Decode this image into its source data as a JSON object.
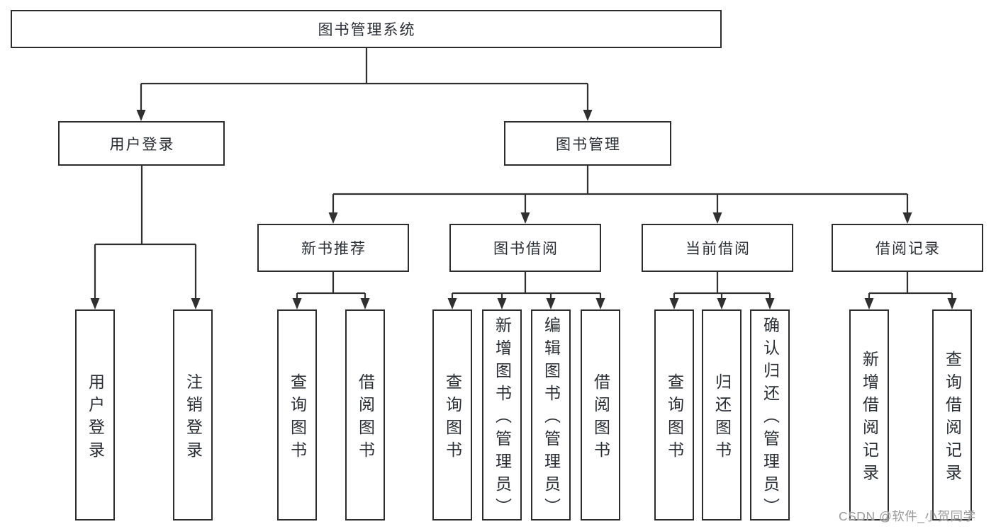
{
  "tree": {
    "label": "图书管理系统",
    "children": [
      {
        "label": "用户登录",
        "children": [
          {
            "label": "用户登录"
          },
          {
            "label": "注销登录"
          }
        ]
      },
      {
        "label": "图书管理",
        "children": [
          {
            "label": "新书推荐",
            "children": [
              {
                "label": "查询图书"
              },
              {
                "label": "借阅图书"
              }
            ]
          },
          {
            "label": "图书借阅",
            "children": [
              {
                "label": "查询图书"
              },
              {
                "label": "新增图书（管理员）"
              },
              {
                "label": "编辑图书（管理员）"
              },
              {
                "label": "借阅图书"
              }
            ]
          },
          {
            "label": "当前借阅",
            "children": [
              {
                "label": "查询图书"
              },
              {
                "label": "归还图书"
              },
              {
                "label": "确认归还（管理员）"
              }
            ]
          },
          {
            "label": "借阅记录",
            "children": [
              {
                "label": "新增借阅记录"
              },
              {
                "label": "查询借阅记录"
              }
            ]
          }
        ]
      }
    ]
  },
  "watermark": "CSDN @软件_小贺同学",
  "colors": {
    "line": "#303030",
    "box_border": "#2d2d2d",
    "text": "#2a2e34",
    "watermark": "#9a9a9a",
    "background": "#ffffff"
  }
}
